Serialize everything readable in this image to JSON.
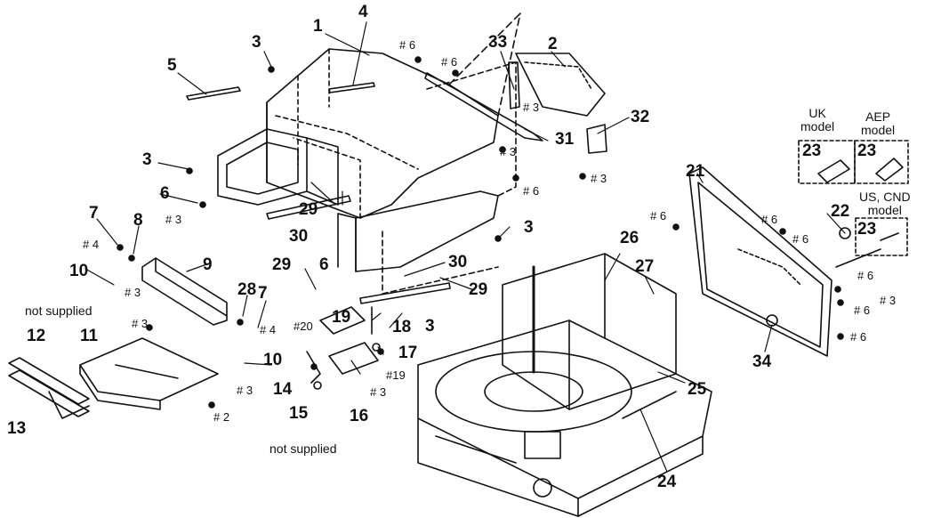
{
  "part_numbers": {
    "p1": "1",
    "p2": "2",
    "p3": "3",
    "p4": "4",
    "p5": "5",
    "p6": "6",
    "p7": "7",
    "p8": "8",
    "p9": "9",
    "p10": "10",
    "p11": "11",
    "p12": "12",
    "p13": "13",
    "p14": "14",
    "p15": "15",
    "p16": "16",
    "p17": "17",
    "p18": "18",
    "p19": "19",
    "p21": "21",
    "p22": "22",
    "p23": "23",
    "p24": "24",
    "p25": "25",
    "p26": "26",
    "p27": "27",
    "p28": "28",
    "p29": "29",
    "p30": "30",
    "p31": "31",
    "p32": "32",
    "p33": "33",
    "p34": "34"
  },
  "screw_codes": {
    "s2": "# 2",
    "s3": "# 3",
    "s4": "# 4",
    "s6": "# 6",
    "s19": "#19",
    "s20": "#20"
  },
  "notes": {
    "not_supplied": "not supplied"
  },
  "models": {
    "uk_line1": "UK",
    "uk_line2": "model",
    "aep_line1": "AEP",
    "aep_line2": "model",
    "us_line1": "US, CND",
    "us_line2": "model"
  }
}
